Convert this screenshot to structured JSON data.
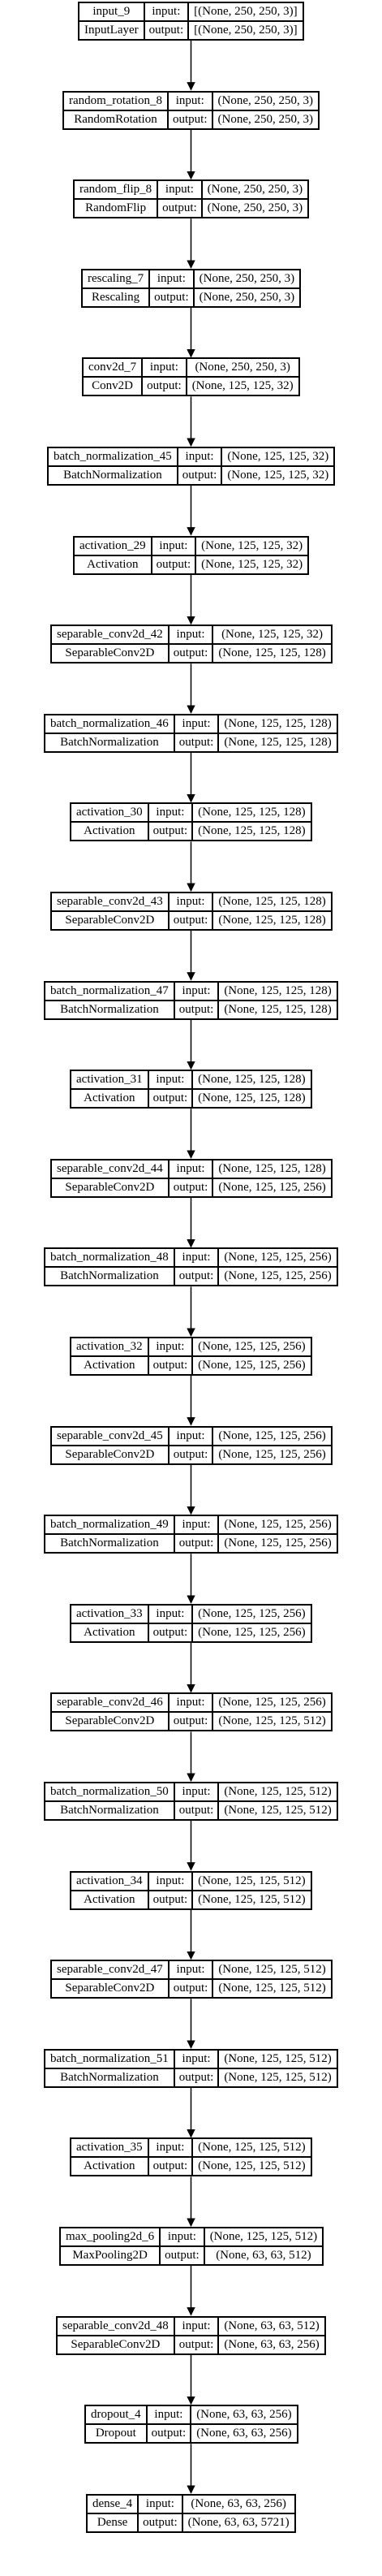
{
  "layers": [
    {
      "name": "input_9",
      "type": "InputLayer",
      "input": "[(None, 250, 250, 3)]",
      "output": "[(None, 250, 250, 3)]"
    },
    {
      "name": "random_rotation_8",
      "type": "RandomRotation",
      "input": "(None, 250, 250, 3)",
      "output": "(None, 250, 250, 3)"
    },
    {
      "name": "random_flip_8",
      "type": "RandomFlip",
      "input": "(None, 250, 250, 3)",
      "output": "(None, 250, 250, 3)"
    },
    {
      "name": "rescaling_7",
      "type": "Rescaling",
      "input": "(None, 250, 250, 3)",
      "output": "(None, 250, 250, 3)"
    },
    {
      "name": "conv2d_7",
      "type": "Conv2D",
      "input": "(None, 250, 250, 3)",
      "output": "(None, 125, 125, 32)"
    },
    {
      "name": "batch_normalization_45",
      "type": "BatchNormalization",
      "input": "(None, 125, 125, 32)",
      "output": "(None, 125, 125, 32)"
    },
    {
      "name": "activation_29",
      "type": "Activation",
      "input": "(None, 125, 125, 32)",
      "output": "(None, 125, 125, 32)"
    },
    {
      "name": "separable_conv2d_42",
      "type": "SeparableConv2D",
      "input": "(None, 125, 125, 32)",
      "output": "(None, 125, 125, 128)"
    },
    {
      "name": "batch_normalization_46",
      "type": "BatchNormalization",
      "input": "(None, 125, 125, 128)",
      "output": "(None, 125, 125, 128)"
    },
    {
      "name": "activation_30",
      "type": "Activation",
      "input": "(None, 125, 125, 128)",
      "output": "(None, 125, 125, 128)"
    },
    {
      "name": "separable_conv2d_43",
      "type": "SeparableConv2D",
      "input": "(None, 125, 125, 128)",
      "output": "(None, 125, 125, 128)"
    },
    {
      "name": "batch_normalization_47",
      "type": "BatchNormalization",
      "input": "(None, 125, 125, 128)",
      "output": "(None, 125, 125, 128)"
    },
    {
      "name": "activation_31",
      "type": "Activation",
      "input": "(None, 125, 125, 128)",
      "output": "(None, 125, 125, 128)"
    },
    {
      "name": "separable_conv2d_44",
      "type": "SeparableConv2D",
      "input": "(None, 125, 125, 128)",
      "output": "(None, 125, 125, 256)"
    },
    {
      "name": "batch_normalization_48",
      "type": "BatchNormalization",
      "input": "(None, 125, 125, 256)",
      "output": "(None, 125, 125, 256)"
    },
    {
      "name": "activation_32",
      "type": "Activation",
      "input": "(None, 125, 125, 256)",
      "output": "(None, 125, 125, 256)"
    },
    {
      "name": "separable_conv2d_45",
      "type": "SeparableConv2D",
      "input": "(None, 125, 125, 256)",
      "output": "(None, 125, 125, 256)"
    },
    {
      "name": "batch_normalization_49",
      "type": "BatchNormalization",
      "input": "(None, 125, 125, 256)",
      "output": "(None, 125, 125, 256)"
    },
    {
      "name": "activation_33",
      "type": "Activation",
      "input": "(None, 125, 125, 256)",
      "output": "(None, 125, 125, 256)"
    },
    {
      "name": "separable_conv2d_46",
      "type": "SeparableConv2D",
      "input": "(None, 125, 125, 256)",
      "output": "(None, 125, 125, 512)"
    },
    {
      "name": "batch_normalization_50",
      "type": "BatchNormalization",
      "input": "(None, 125, 125, 512)",
      "output": "(None, 125, 125, 512)"
    },
    {
      "name": "activation_34",
      "type": "Activation",
      "input": "(None, 125, 125, 512)",
      "output": "(None, 125, 125, 512)"
    },
    {
      "name": "separable_conv2d_47",
      "type": "SeparableConv2D",
      "input": "(None, 125, 125, 512)",
      "output": "(None, 125, 125, 512)"
    },
    {
      "name": "batch_normalization_51",
      "type": "BatchNormalization",
      "input": "(None, 125, 125, 512)",
      "output": "(None, 125, 125, 512)"
    },
    {
      "name": "activation_35",
      "type": "Activation",
      "input": "(None, 125, 125, 512)",
      "output": "(None, 125, 125, 512)"
    },
    {
      "name": "max_pooling2d_6",
      "type": "MaxPooling2D",
      "input": "(None, 125, 125, 512)",
      "output": "(None, 63, 63, 512)"
    },
    {
      "name": "separable_conv2d_48",
      "type": "SeparableConv2D",
      "input": "(None, 63, 63, 512)",
      "output": "(None, 63, 63, 256)"
    },
    {
      "name": "dropout_4",
      "type": "Dropout",
      "input": "(None, 63, 63, 256)",
      "output": "(None, 63, 63, 256)"
    },
    {
      "name": "dense_4",
      "type": "Dense",
      "input": "(None, 63, 63, 256)",
      "output": "(None, 63, 63, 5721)"
    }
  ],
  "io_labels": {
    "input": "input:",
    "output": "output:"
  }
}
